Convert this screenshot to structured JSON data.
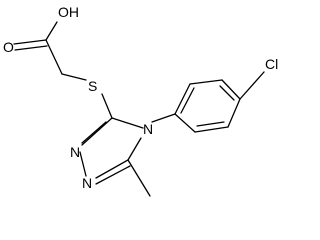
{
  "molecule": {
    "atoms": {
      "hydroxyl": "OH",
      "carbonyl_oxygen": "O",
      "sulfur": "S",
      "ring_nitrogen_4": "N",
      "ring_nitrogen_2": "N",
      "ring_nitrogen_1": "N",
      "chlorine": "Cl"
    }
  }
}
